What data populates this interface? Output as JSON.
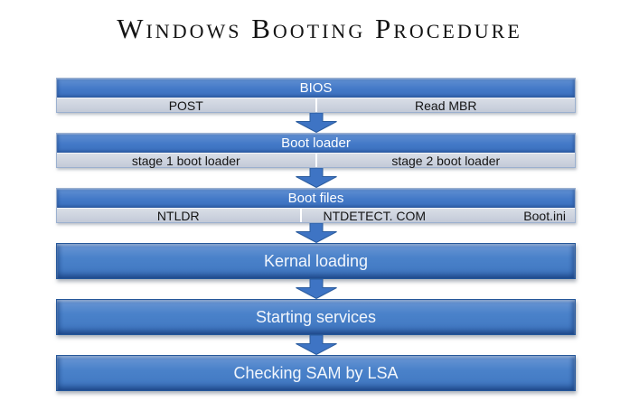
{
  "title": "Windows Booting Procedure",
  "steps": [
    {
      "label": "BIOS",
      "children": [
        "POST",
        "Read MBR"
      ]
    },
    {
      "label": "Boot loader",
      "children": [
        "stage 1 boot loader",
        "stage 2 boot loader"
      ]
    },
    {
      "label": "Boot files",
      "children": [
        "NTLDR",
        "NTDETECT. COM",
        "Boot.ini"
      ]
    },
    {
      "label": "Kernal loading",
      "children": []
    },
    {
      "label": "Starting services",
      "children": []
    },
    {
      "label": "Checking SAM by LSA",
      "children": []
    }
  ],
  "icons": {
    "connector": "down-arrow-icon"
  },
  "colors": {
    "box_blue": "#4379C7",
    "box_blue_dark": "#26589A",
    "box_blue_light": "#6B97D4",
    "subrow_gray": "#C9D0DC",
    "arrow_blue": "#3E74C4",
    "header_text": "#FFFFFF",
    "subrow_text": "#141414",
    "title_text": "#141414",
    "background": "#FFFFFF"
  }
}
